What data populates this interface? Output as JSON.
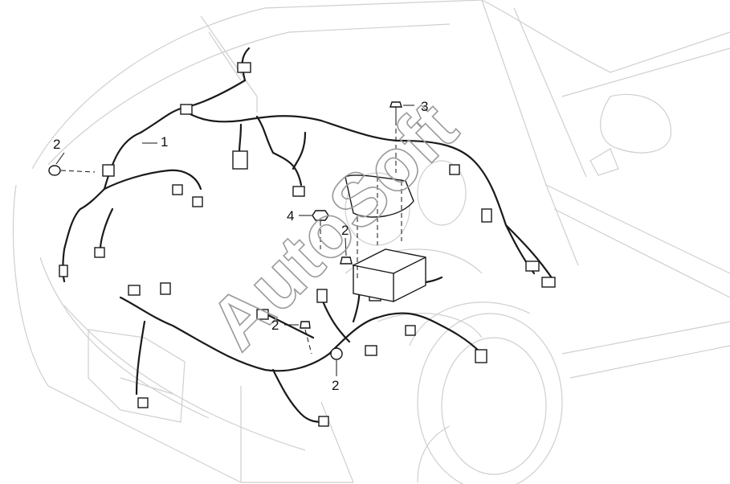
{
  "callouts": [
    {
      "id": "c1",
      "label": "1"
    },
    {
      "id": "c2a",
      "label": "2"
    },
    {
      "id": "c2b",
      "label": "2"
    },
    {
      "id": "c2c",
      "label": "2"
    },
    {
      "id": "c2d",
      "label": "2"
    },
    {
      "id": "c3",
      "label": "3"
    },
    {
      "id": "c4",
      "label": "4"
    }
  ],
  "watermark": "AutoSoft",
  "icons": {
    "clip": "harness-clip-icon",
    "bolt": "bolt-icon",
    "nut": "nut-icon"
  },
  "colors": {
    "harness": "#1a1a1a",
    "body_outline": "#cfcfcf",
    "watermark": "#9a9a9a"
  }
}
